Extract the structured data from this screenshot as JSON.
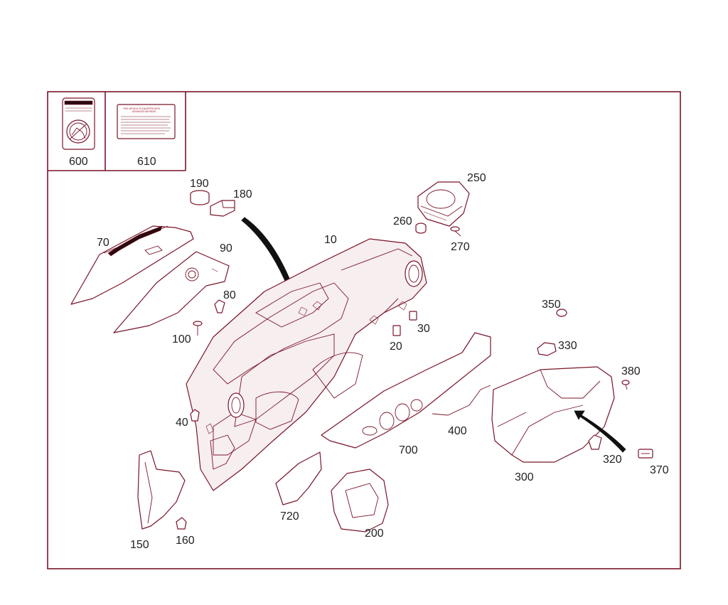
{
  "legend": {
    "items": [
      {
        "number": "600"
      },
      {
        "number": "610"
      }
    ],
    "label_610_lines": [
      "THIS VEHICLE IS EQUIPPED WITH",
      "ADVANCED AIR BAGS"
    ]
  },
  "callouts": [
    "10",
    "20",
    "30",
    "40",
    "70",
    "80",
    "90",
    "100",
    "150",
    "160",
    "180",
    "190",
    "200",
    "250",
    "260",
    "270",
    "300",
    "320",
    "330",
    "350",
    "370",
    "380",
    "400",
    "700",
    "720"
  ],
  "colors": {
    "line": "#7a1428",
    "text": "#222222",
    "label_red": "#a0101e"
  }
}
